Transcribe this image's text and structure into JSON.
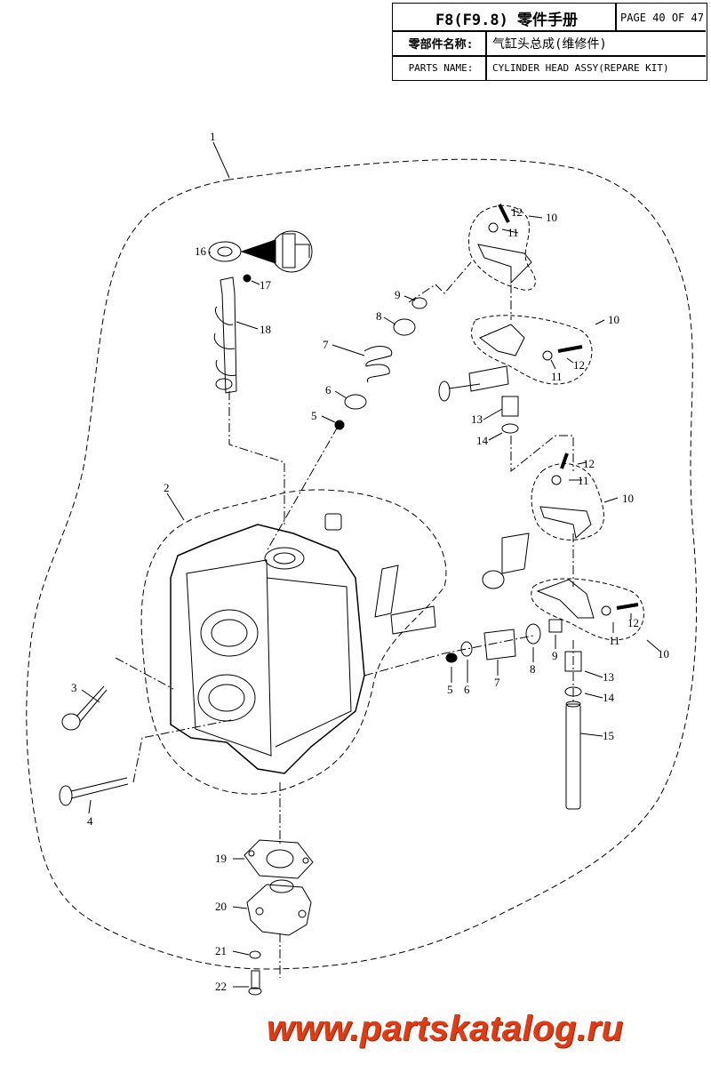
{
  "header": {
    "model": "F8(F9.8) 零件手册",
    "page": "PAGE 40 OF 47",
    "name_label_cn": "零部件名称:",
    "name_value_cn": "气缸头总成(维修件)",
    "name_label_en": "PARTS NAME:",
    "name_value_en": "CYLINDER HEAD ASSY(REPARE KIT)"
  },
  "callouts": [
    "1",
    "2",
    "3",
    "4",
    "5",
    "6",
    "7",
    "8",
    "9",
    "10",
    "11",
    "12",
    "13",
    "14",
    "15",
    "16",
    "17",
    "18",
    "19",
    "20",
    "21",
    "22"
  ],
  "watermark": "www.partskatalog.ru",
  "colors": {
    "line": "#000000",
    "watermark": "#e23a12"
  }
}
